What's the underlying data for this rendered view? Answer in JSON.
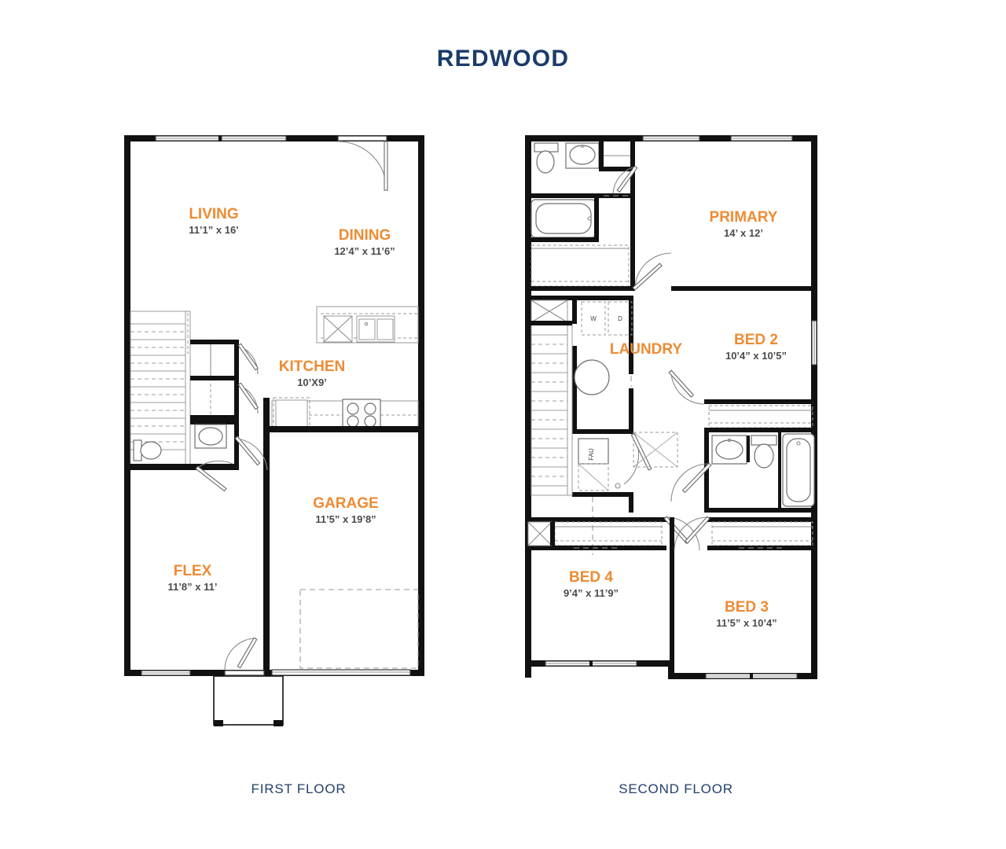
{
  "title": "REDWOOD",
  "accent_color": "#ee8b33",
  "title_color": "#1b3b69",
  "caption_color": "#23406c",
  "wall_color": "#111111",
  "floors": [
    {
      "caption": "FIRST FLOOR",
      "rooms": [
        {
          "name": "LIVING",
          "dimensions": "11’1” x 16’"
        },
        {
          "name": "DINING",
          "dimensions": "12’4” x 11’6”"
        },
        {
          "name": "KITCHEN",
          "dimensions": "10’X9’"
        },
        {
          "name": "GARAGE",
          "dimensions": "11’5” x 19’8”"
        },
        {
          "name": "FLEX",
          "dimensions": "11’8” x 11’"
        }
      ]
    },
    {
      "caption": "SECOND FLOOR",
      "rooms": [
        {
          "name": "PRIMARY",
          "dimensions": "14’ x 12’"
        },
        {
          "name": "BED 2",
          "dimensions": "10’4” x 10’5”"
        },
        {
          "name": "LAUNDRY",
          "dimensions": ""
        },
        {
          "name": "BED 4",
          "dimensions": "9’4” x 11’9”"
        },
        {
          "name": "BED 3",
          "dimensions": "11’5” x 10’4”"
        }
      ],
      "appliance_labels": {
        "washer": "W",
        "dryer": "D",
        "furnace": "FAU"
      }
    }
  ]
}
